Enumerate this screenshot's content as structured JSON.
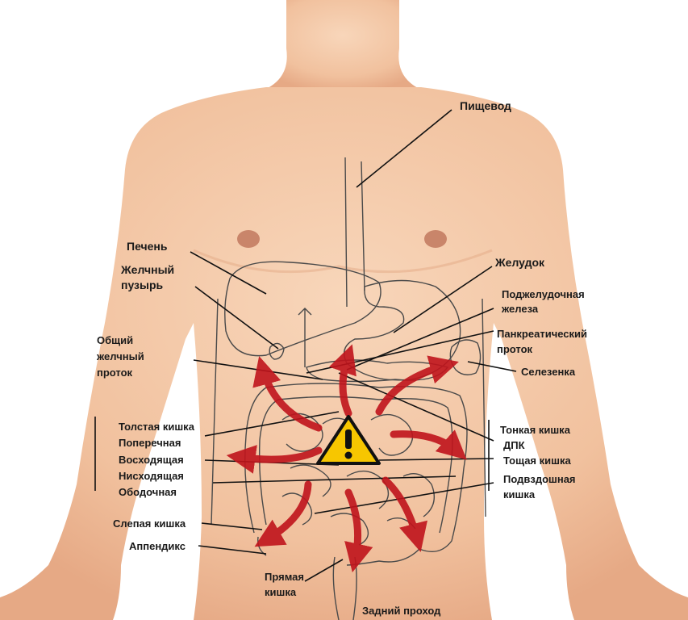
{
  "labels": {
    "esophagus": "Пищевод",
    "liver": "Печень",
    "gallbladder_1": "Желчный",
    "gallbladder_2": "пузырь",
    "stomach": "Желудок",
    "pancreas_1": "Поджелудочная",
    "pancreas_2": "железа",
    "pancreatic_duct_1": "Панкреатический",
    "pancreatic_duct_2": "проток",
    "common_bile_duct_1": "Общий",
    "common_bile_duct_2": "желчный",
    "common_bile_duct_3": "проток",
    "spleen": "Селезенка",
    "colon_1": "Толстая кишка",
    "colon_2": "Поперечная",
    "colon_3": "Восходящая",
    "colon_4": "Нисходящая",
    "colon_5": "Ободочная",
    "small_intestine": "Тонкая кишка",
    "duodenum": "ДПК",
    "jejunum": "Тощая кишка",
    "ileum_1": "Подвздошная",
    "ileum_2": "кишка",
    "cecum": "Слепая кишка",
    "appendix": "Аппендикс",
    "rectum_1": "Прямая",
    "rectum_2": "кишка",
    "anus": "Задний проход"
  },
  "colors": {
    "skin": "#f4c8a6",
    "skin_shadow": "#e8ad88",
    "outline": "#4a4a4a",
    "leader_line": "#111111",
    "arrow": "#c0141c",
    "warning_fill": "#f7c600",
    "warning_glyph": "#111111"
  },
  "icons": {
    "warning": "warning-triangle-icon"
  }
}
